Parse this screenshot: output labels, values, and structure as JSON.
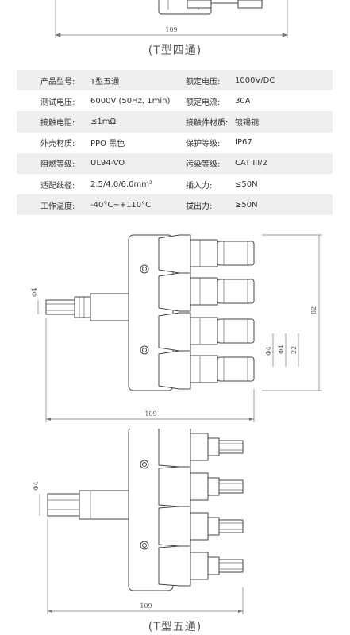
{
  "top_drawing": {
    "dim_length": "109"
  },
  "caption_top": "(T型四通)",
  "specs": [
    {
      "k1": "产品型号:",
      "v1": "T型五通",
      "k2": "额定电压:",
      "v2": "1000V/DC"
    },
    {
      "k1": "测试电压:",
      "v1": "6000V (50Hz, 1min)",
      "k2": "额定电流:",
      "v2": "30A"
    },
    {
      "k1": "接触电阻:",
      "v1": "≤1mΩ",
      "k2": "接触件材质:",
      "v2": "镀锡铜"
    },
    {
      "k1": "外壳材质:",
      "v1": "PPO 黑色",
      "k2": "保护等级:",
      "v2": "IP67"
    },
    {
      "k1": "阻燃等级:",
      "v1": "UL94-VO",
      "k2": "污染等级:",
      "v2": "CAT III/2"
    },
    {
      "k1": "适配线径:",
      "v1": "2.5/4.0/6.0mm²",
      "k2": "插入力:",
      "v2": "≤50N"
    },
    {
      "k1": "工作温度:",
      "v1": "-40°C~+110°C",
      "k2": "拔出力:",
      "v2": "≥50N"
    }
  ],
  "drawing_one": {
    "dim_length": "109",
    "dim_height": "82",
    "dim_dia_left": "Φ4",
    "dim_dia_right_a": "Φ4",
    "dim_dia_right_b": "Φ4",
    "dim_pitch": "22"
  },
  "drawing_two": {
    "dim_length": "109",
    "dim_dia_left": "Φ4"
  },
  "caption_bottom": "(T型五通)"
}
